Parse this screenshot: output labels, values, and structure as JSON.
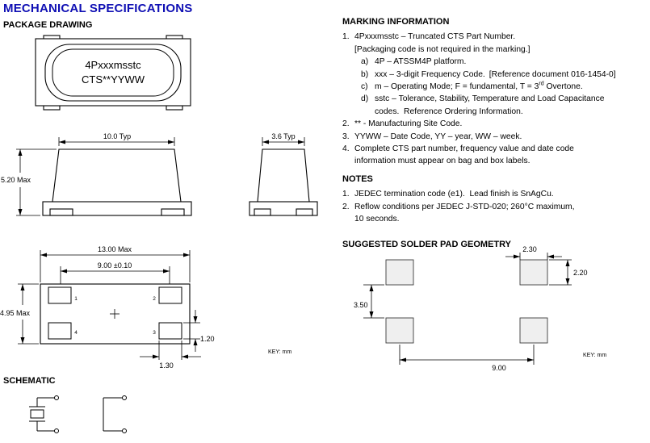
{
  "page": {
    "title": "MECHANICAL SPECIFICATIONS"
  },
  "package": {
    "heading": "PACKAGE DRAWING",
    "top_view": {
      "marking_line1": "4Pxxxmsstc",
      "marking_line2": "CTS**YYWW"
    },
    "front_view": {
      "width": "10.0 Typ",
      "height": "5.20 Max"
    },
    "end_view": {
      "width": "3.6 Typ"
    },
    "bottom_view": {
      "overall_width": "13.00 Max",
      "pad_pitch": "9.00 ±0.10",
      "height": "4.95 Max",
      "pad_height": "1.20",
      "pad_width": "1.30",
      "pad1": "1",
      "pad2": "2",
      "pad3": "3",
      "pad4": "4",
      "key": "KEY: mm"
    }
  },
  "schematic": {
    "heading": "SCHEMATIC"
  },
  "marking": {
    "heading": "MARKING INFORMATION",
    "item1": {
      "num": "1.",
      "text": "4Pxxxmsstc – Truncated CTS Part Number.",
      "note": "[Packaging code is not required in the marking.]",
      "sub": [
        {
          "num": "a)",
          "text": "4P – ATSSM4P platform."
        },
        {
          "num": "b)",
          "text": "xxx – 3-digit Frequency Code.",
          "ref": "[Reference document 016-1454-0]"
        },
        {
          "num": "c)",
          "pre": "m – Operating Mode; F = fundamental, T = 3",
          "sup": "rd",
          "post": " Overtone."
        },
        {
          "num": "d)",
          "text": "sstc – Tolerance, Stability, Temperature and Load Capacitance\ncodes.  Reference Ordering Information."
        }
      ]
    },
    "item2": {
      "num": "2.",
      "text": "** - Manufacturing Site Code."
    },
    "item3": {
      "num": "3.",
      "text": "YYWW – Date Code, YY – year, WW – week."
    },
    "item4": {
      "num": "4.",
      "text": "Complete CTS part number, frequency value and date code\ninformation must appear on bag and box labels."
    }
  },
  "notes": {
    "heading": "NOTES",
    "item1": {
      "num": "1.",
      "text": "JEDEC termination code (e1).  Lead finish is SnAgCu."
    },
    "item2": {
      "num": "2.",
      "text": "Reflow conditions per JEDEC J-STD-020; 260°C maximum,\n10 seconds."
    }
  },
  "solder": {
    "heading": "SUGGESTED SOLDER PAD GEOMETRY",
    "pad_width": "2.30",
    "pad_height": "2.20",
    "row_gap": "3.50",
    "col_pitch": "9.00",
    "key": "KEY: mm"
  }
}
